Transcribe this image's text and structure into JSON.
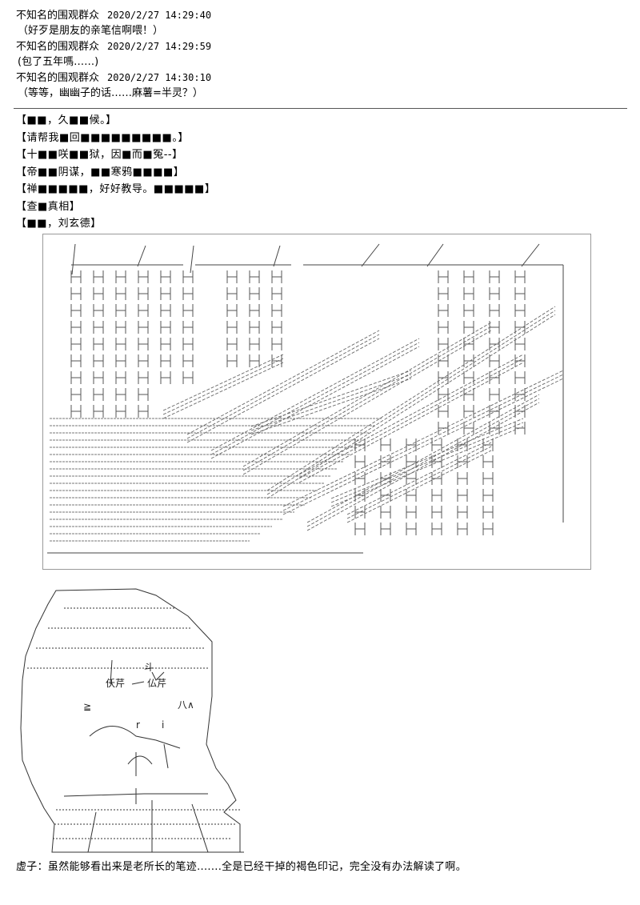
{
  "comments": [
    {
      "user": "不知名的围观群众",
      "time": "2020/2/27 14:29:40",
      "text": "（好歹是朋友的亲笔信啊喂！）"
    },
    {
      "user": "不知名的围观群众",
      "time": "2020/2/27 14:29:59",
      "text": "(包了五年嗎……)"
    },
    {
      "user": "不知名的围观群众",
      "time": "2020/2/27 14:30:10",
      "text": "（等等，幽幽子的话……麻薯=半灵？）"
    }
  ],
  "bracket_lines": [
    "【■■，久■■候。】",
    "【请帮我■回■■■■■■■■■。】",
    "【十■■咲■■狱，因■而■冤--】",
    "【帝■■阴谋，■■寒鸦■■■■】",
    "【禅■■■■■，好好教导。■■■■■】",
    "【查■真相】",
    "【■■，刘玄德】"
  ],
  "art": {
    "scene_description_icon": "ascii-art-mansion-scene",
    "portrait_glyphs": [
      "斗",
      "仸芹",
      "仏芹",
      "八∧",
      "≧",
      "r",
      "i"
    ]
  },
  "caption": "虚子：虽然能够看出来是老所长的笔迹.......全是已经干掉的褐色印记，完全没有办法解读了啊。"
}
